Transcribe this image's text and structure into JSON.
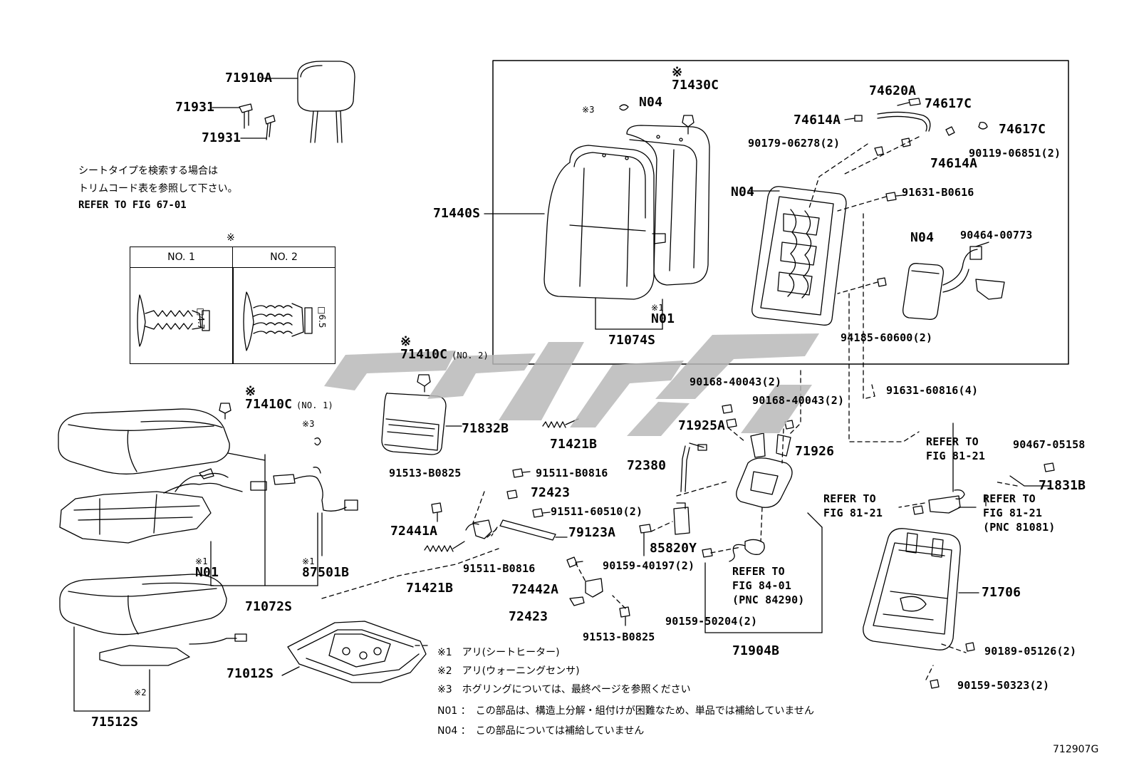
{
  "labels": {
    "p71910A": "71910A",
    "p71931a": "71931",
    "p71931b": "71931",
    "p71440S": "71440S",
    "p71430C": "71430C",
    "p71430C_mark": "※",
    "pN04_top": "N04",
    "mark3_top": "※3",
    "p74620A": "74620A",
    "p74617C_a": "74617C",
    "p74614A_a": "74614A",
    "p74617C_b": "74617C",
    "p90179": "90179-06278(2)",
    "p74614A_b": "74614A",
    "p90119": "90119-06851(2)",
    "pN04_frame": "N04",
    "p91631_B0616": "91631-B0616",
    "pN04_side": "N04",
    "p90464": "90464-00773",
    "pN01_mark": "※1",
    "pN01_top": "N01",
    "p71074S": "71074S",
    "p94185": "94185-60600(2)",
    "p71410C_no2_mark": "※",
    "p71410C_no2": "71410C",
    "p71410C_no2_sub": "(NO. 2)",
    "p71410C_no1_mark": "※",
    "p71410C_no1": "71410C",
    "p71410C_no1_sub": "(NO. 1)",
    "mark3_left": "※3",
    "p71832B": "71832B",
    "p71421B_a": "71421B",
    "p90168_a": "90168-40043(2)",
    "p90168_b": "90168-40043(2)",
    "p91631_60816": "91631-60816(4)",
    "p71925A": "71925A",
    "p71926": "71926",
    "p72380": "72380",
    "p91513_a": "91513-B0825",
    "p91511_a": "91511-B0816",
    "p72423_a": "72423",
    "p91511_60510": "91511-60510(2)",
    "p72441A": "72441A",
    "p79123A": "79123A",
    "p85820Y": "85820Y",
    "p90159_40197": "90159-40197(2)",
    "p91511_b": "91511-B0816",
    "p71421B_b": "71421B",
    "p72442A": "72442A",
    "p72423_b": "72423",
    "p91513_b": "91513-B0825",
    "ref84_1": "REFER TO",
    "ref84_2": "FIG 84-01",
    "ref84_3": "(PNC 84290)",
    "p90159_50204": "90159-50204(2)",
    "p71904B": "71904B",
    "p71012S": "71012S",
    "pN01_left_mark": "※1",
    "pN01_left": "N01",
    "p87501B_mark": "※1",
    "p87501B": "87501B",
    "p71072S": "71072S",
    "mark2": "※2",
    "p71512S": "71512S",
    "ref81a_1": "REFER TO",
    "ref81a_2": "FIG 81-21",
    "p90467": "90467-05158",
    "p71831B": "71831B",
    "ref81b_1": "REFER TO",
    "ref81b_2": "FIG 81-21",
    "ref81c_1": "REFER TO",
    "ref81c_2": "FIG 81-21",
    "ref81c_3": "(PNC 81081)",
    "p71706": "71706",
    "p90189": "90189-05126(2)",
    "p90159_50323": "90159-50323(2)"
  },
  "seat_type_note": {
    "line1": "シートタイプを検索する場合は",
    "line2": "トリムコード表を参照して下さい。",
    "line3": "REFER TO FIG 67-01"
  },
  "table": {
    "mark": "※",
    "col1": "NO. 1",
    "col2": "NO. 2",
    "dim1": "□4.7",
    "dim2": "□6.5"
  },
  "footnotes": {
    "n1": "※1　アリ(シートヒーター)",
    "n2": "※2　アリ(ウォーニングセンサ)",
    "n3": "※3　ホグリングについては、最終ページを参照ください",
    "n4": "N01 ：　この部品は、構造上分解・組付けが困難なため、単品では補給していません",
    "n5": "N04 ：　この部品については補給していません"
  },
  "figure_code": "712907G",
  "colors": {
    "line": "#000000",
    "watermark": "#b9b9b9",
    "background": "#ffffff"
  }
}
